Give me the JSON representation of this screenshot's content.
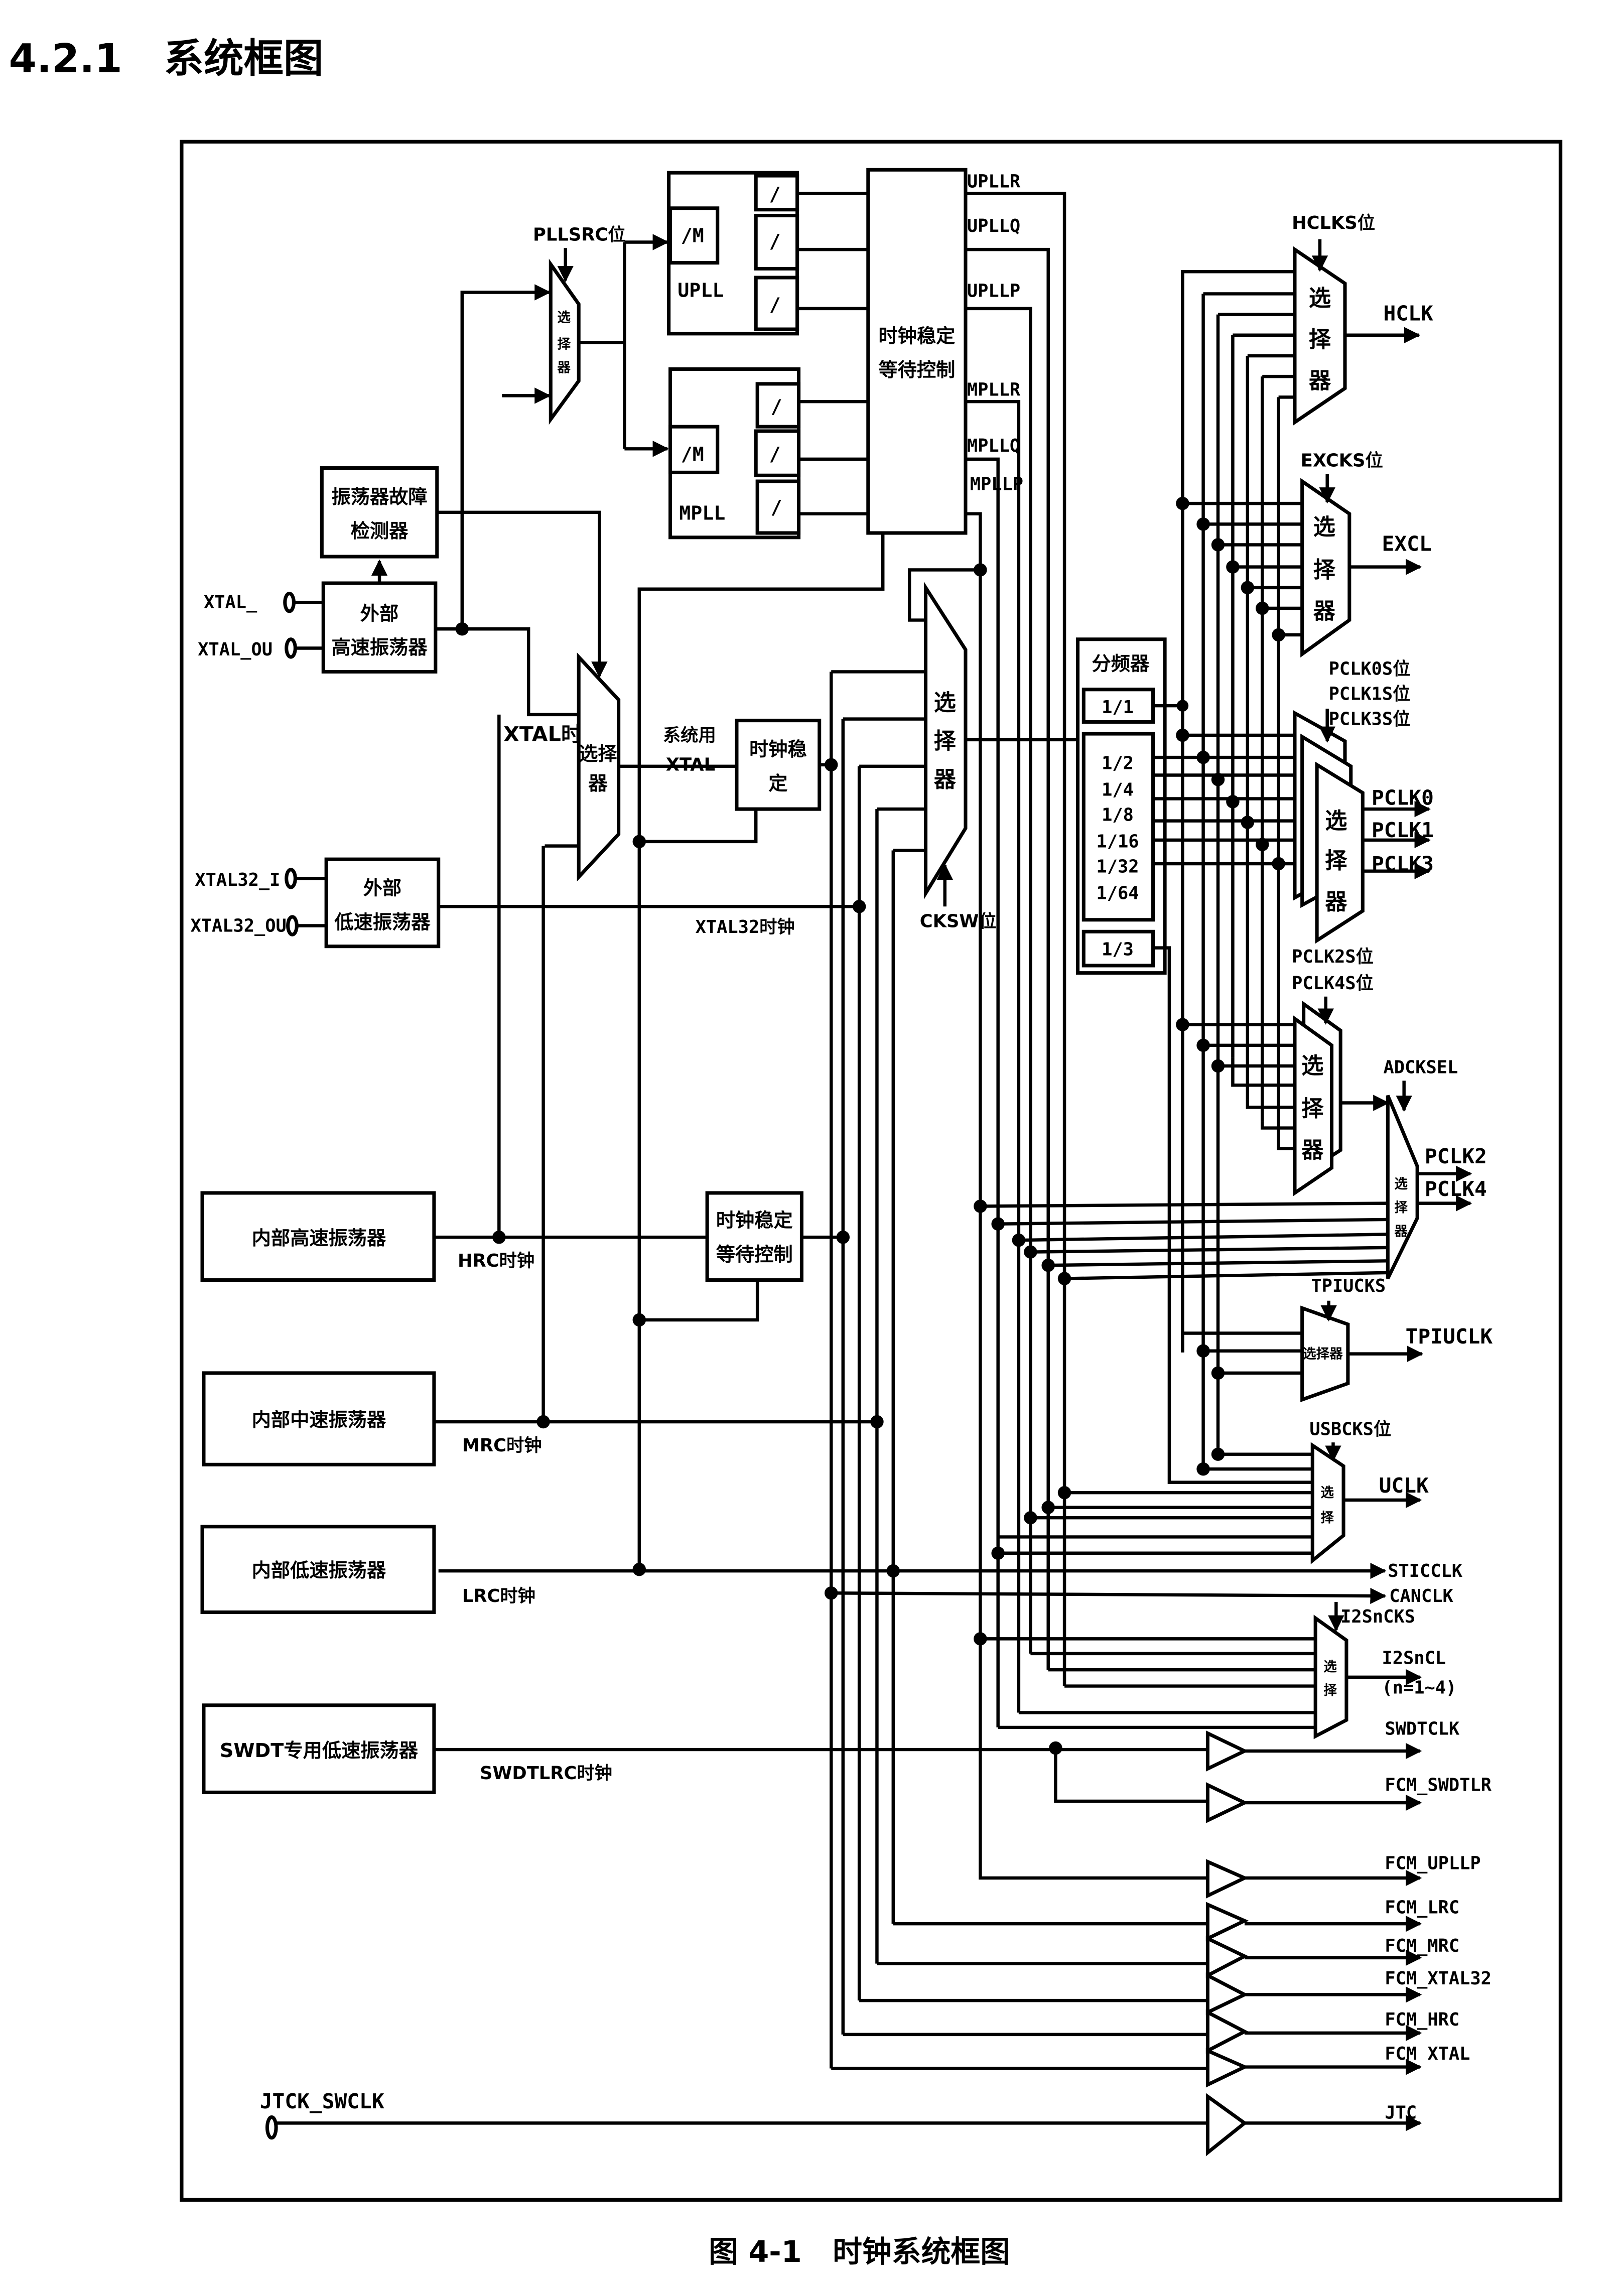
{
  "heading": "4.2.1   系统框图",
  "caption": "图 4-1   时钟系统框图",
  "pins": {
    "xtal_in": "XTAL_",
    "xtal_out": "XTAL_OU",
    "xtal32_in": "XTAL32_I",
    "xtal32_out": "XTAL32_OUT",
    "jtck": "JTCK_SWCLK"
  },
  "blocks": {
    "osc_fault_l1": "振荡器故障",
    "osc_fault_l2": "检测器",
    "ext_hs_l1": "外部",
    "ext_hs_l2": "高速振荡器",
    "ext_ls_l1": "外部",
    "ext_ls_l2": "低速振荡器",
    "int_hrc": "内部高速振荡器",
    "int_mrc": "内部中速振荡器",
    "int_lrc": "内部低速振荡器",
    "swdt_lrc": "SWDT专用低速振荡器",
    "upll": "UPLL",
    "mpll": "MPLL",
    "div_m": "/M",
    "div_slash": "/",
    "pll_stab_l1": "时钟稳定",
    "pll_stab_l2": "等待控制",
    "xtal_stab_l1": "时钟稳",
    "xtal_stab_l2": "定",
    "hrc_stab_l1": "时钟稳定",
    "hrc_stab_l2": "等待控制",
    "divider_title": "分频器",
    "div_1_1": "1/1",
    "div_list": [
      "1/2",
      "1/4",
      "1/8",
      "1/16",
      "1/32",
      "1/64"
    ],
    "div_1_3": "1/3"
  },
  "mux": {
    "sel1": "选",
    "sel2": "择",
    "sel3": "器",
    "sel_full": "选择器",
    "sel_2char": "选择"
  },
  "controls": {
    "pllsrc": "PLLSRC位",
    "cksw": "CKSW位",
    "hclks": "HCLKS位",
    "excks": "EXCKS位",
    "pclk0s": "PCLK0S位",
    "pclk1s": "PCLK1S位",
    "pclk3s": "PCLK3S位",
    "pclk2s": "PCLK2S位",
    "pclk4s": "PCLK4S位",
    "adcksel": "ADCKSEL",
    "tpiucks": "TPIUCKS",
    "usbcks": "USBCKS位",
    "i2sncks": "I2SnCKS"
  },
  "signals": {
    "upllr": "UPLLR",
    "upllq": "UPLLQ",
    "upllp": "UPLLP",
    "mpllr": "MPLLR",
    "mpllq": "MPLLQ",
    "mpllp": "MPLLP",
    "xtal_clk": "XTAL时钟",
    "sys_xtal_l1": "系统用",
    "sys_xtal_l2": "XTAL",
    "xtal32_clk": "XTAL32时钟",
    "hrc_clk": "HRC时钟",
    "mrc_clk": "MRC时钟",
    "lrc_clk": "LRC时钟",
    "swdtlrc_clk": "SWDTLRC时钟"
  },
  "outputs": {
    "hclk": "HCLK",
    "excl": "EXCL",
    "pclk0": "PCLK0",
    "pclk1": "PCLK1",
    "pclk3": "PCLK3",
    "pclk2": "PCLK2",
    "pclk4": "PCLK4",
    "tpiuclk": "TPIUCLK",
    "uclk": "UCLK",
    "sticclk": "STICCLK",
    "canclk": "CANCLK",
    "i2sncl": "I2SnCL",
    "i2sn_range": "(n=1~4)",
    "swdtclk": "SWDTCLK",
    "fcm_swdtlr": "FCM_SWDTLR",
    "fcm_upllp": "FCM_UPLLP",
    "fcm_lrc": "FCM_LRC",
    "fcm_mrc": "FCM_MRC",
    "fcm_xtal32": "FCM_XTAL32",
    "fcm_hrc": "FCM_HRC",
    "fcm_xtal": "FCM XTAL",
    "jtc": "JTC"
  }
}
